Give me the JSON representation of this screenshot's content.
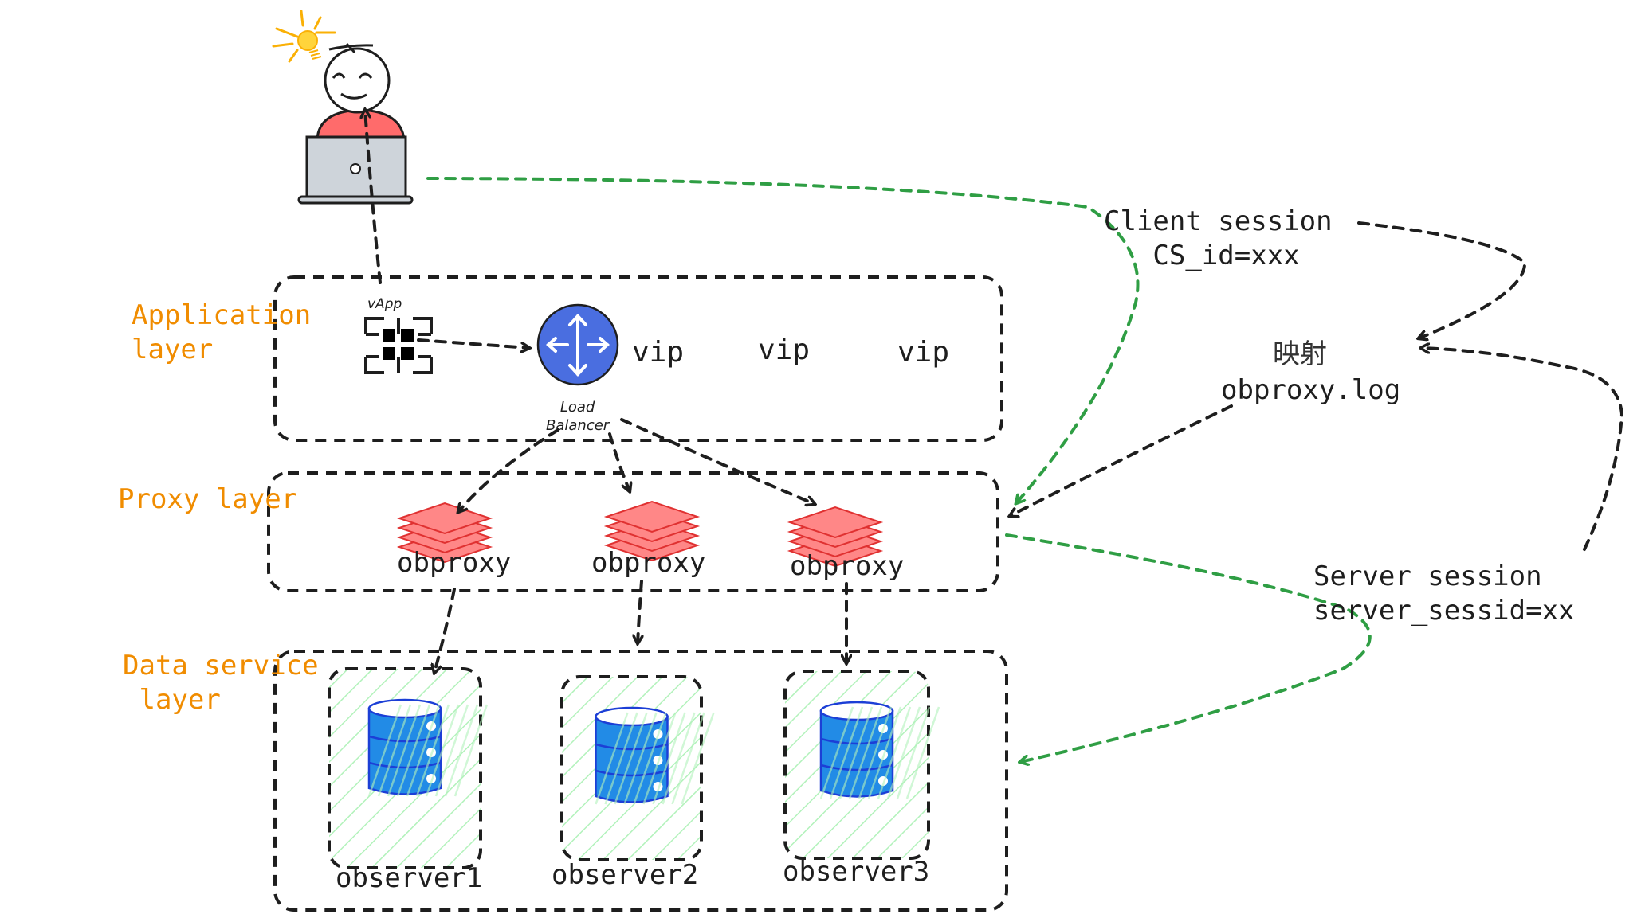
{
  "diagram": {
    "layers": [
      {
        "id": "application",
        "label": "Application\nlayer"
      },
      {
        "id": "proxy",
        "label": "Proxy layer"
      },
      {
        "id": "data",
        "label": "Data service\n layer"
      }
    ],
    "user": {
      "icon": "person-with-laptop-icon",
      "idea_icon": "lightbulb-icon"
    },
    "application": {
      "vapp_label": "vApp",
      "load_balancer_label": "Load\nBalancer",
      "vips": [
        "vip",
        "vip",
        "vip"
      ]
    },
    "proxies": [
      "obproxy",
      "obproxy",
      "obproxy"
    ],
    "observers": [
      "observer1",
      "observer2",
      "observer3"
    ],
    "annotations": {
      "client_session": "Client session\n   CS_id=xxx",
      "mapping": "映射",
      "log": "obproxy.log",
      "server_session": "Server session\nserver_sessid=xx"
    },
    "colors": {
      "layer_label": "#f08c00",
      "stroke": "#1e1e1e",
      "session_arrow": "#2f9e44",
      "proxy_fill": "#ff8787",
      "proxy_stroke": "#e03131",
      "db_fill": "#228be6",
      "db_stroke": "#1c3fd6",
      "observer_hatch": "#b2f2bb",
      "lb_fill": "#4a6ee0"
    }
  }
}
